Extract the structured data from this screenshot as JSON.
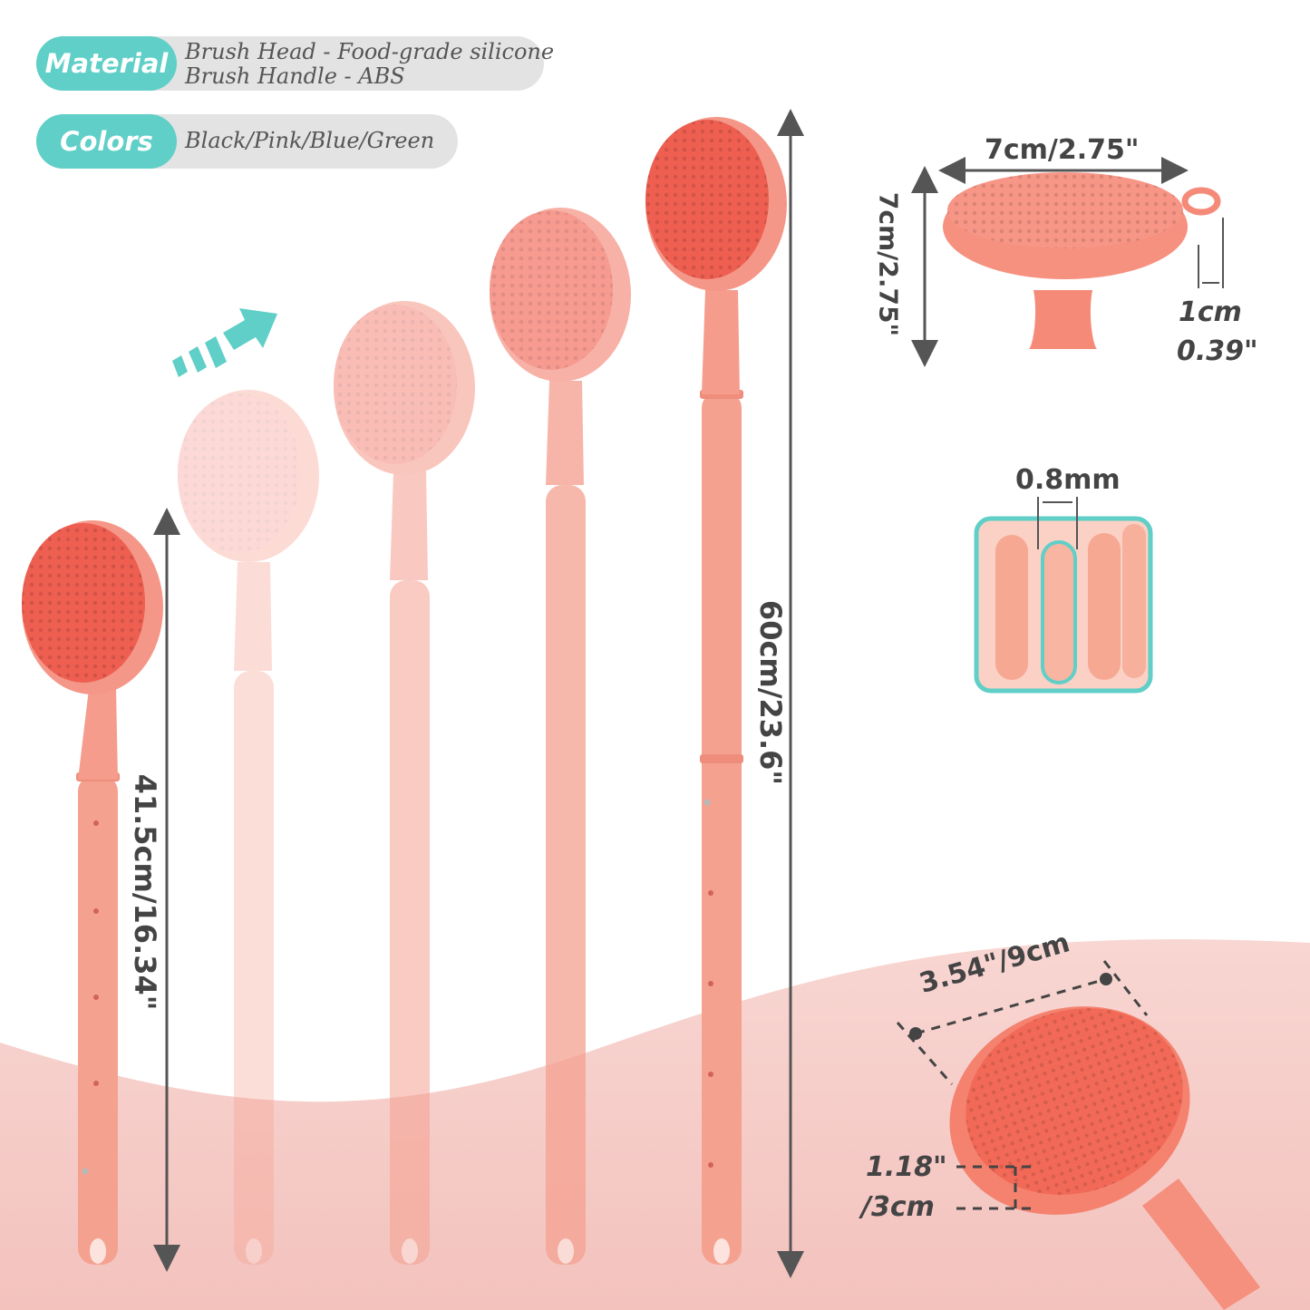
{
  "material": {
    "label": "Material",
    "line1": "Brush Head - Food-grade silicone",
    "line2": "Brush Handle - ABS"
  },
  "colors": {
    "label": "Colors",
    "value": "Black/Pink/Blue/Green"
  },
  "dimensions": {
    "short_length": "41.5cm/16.34\"",
    "long_length": "60cm/23.6\"",
    "head_width": "7cm/2.75\"",
    "head_height": "7cm/2.75\"",
    "hook_cm": "1cm",
    "hook_in": "0.39\"",
    "bristle_gap": "0.8mm",
    "brush_diameter": "3.54\"/9cm",
    "brush_depth_in": "1.18\"",
    "brush_depth_cm": "/3cm"
  },
  "palette": {
    "accent_teal": "#5fcfc7",
    "brush_coral": "#f06a5c",
    "handle_pink": "#f7a898",
    "wave_pink": "#f6cfcb"
  }
}
